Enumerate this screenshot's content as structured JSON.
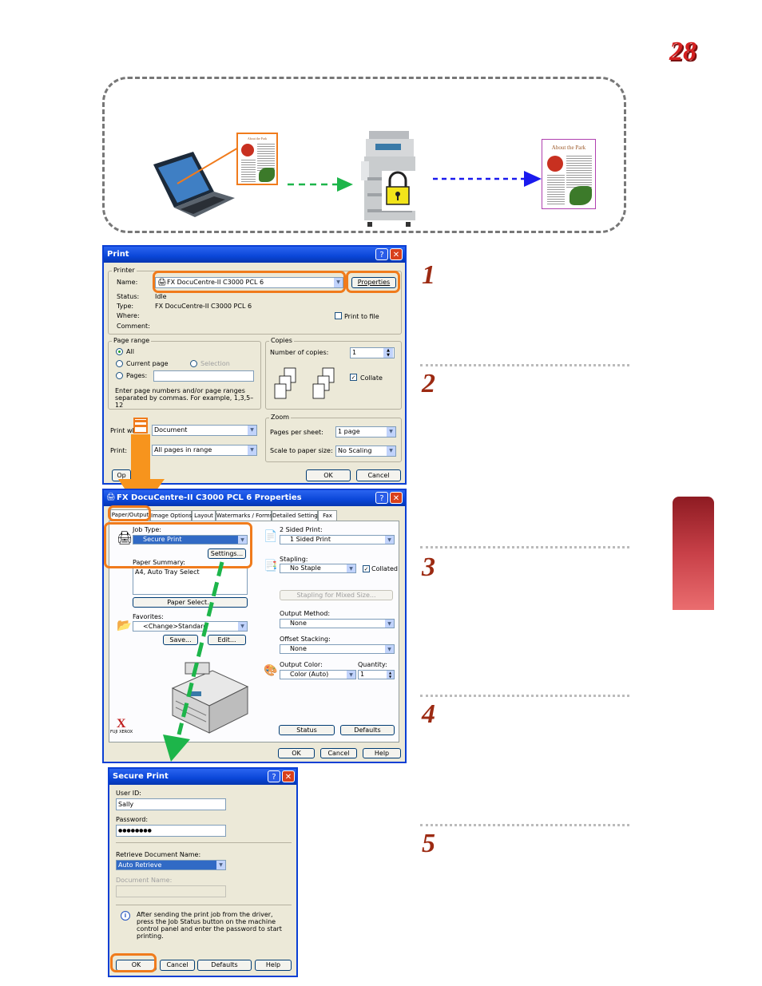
{
  "page": {
    "number": "28"
  },
  "steps": [
    "1",
    "2",
    "3",
    "4",
    "5"
  ],
  "flow": {
    "doc_title": "About the Park",
    "colors": {
      "green_arrow": "#1db54a",
      "blue_arrow": "#1a1aee",
      "orange": "#f07b1c"
    }
  },
  "print_dialog": {
    "title": "Print",
    "printer_group": "Printer",
    "name_label": "Name:",
    "printer_name": "FX DocuCentre-II C3000 PCL 6",
    "properties_label": "Properties",
    "status_label": "Status:",
    "status_value": "Idle",
    "type_label": "Type:",
    "type_value": "FX DocuCentre-II C3000 PCL 6",
    "where_label": "Where:",
    "comment_label": "Comment:",
    "print_to_file": "Print to file",
    "page_range_group": "Page range",
    "all_label": "All",
    "current_page_label": "Current page",
    "selection_label": "Selection",
    "pages_label": "Pages:",
    "hint": "Enter page numbers and/or page ranges separated by commas. For example, 1,3,5–12",
    "copies_group": "Copies",
    "copies_label": "Number of copies:",
    "copies_value": "1",
    "collate_label": "Collate",
    "print_what_label": "Print what:",
    "print_what_value": "Document",
    "print_label": "Print:",
    "print_value": "All pages in range",
    "zoom_group": "Zoom",
    "pages_per_sheet_label": "Pages per sheet:",
    "pages_per_sheet_value": "1 page",
    "scale_label": "Scale to paper size:",
    "scale_value": "No Scaling",
    "options_label": "Op",
    "ok": "OK",
    "cancel": "Cancel"
  },
  "props_dialog": {
    "title": "FX DocuCentre-II C3000 PCL 6 Properties",
    "tabs": [
      "Paper/Output",
      "Image Options",
      "Layout",
      "Watermarks / Forms",
      "Detailed Settings",
      "Fax"
    ],
    "job_type_label": "Job Type:",
    "job_type_value": "Secure Print",
    "settings_label": "Settings...",
    "paper_summary_label": "Paper Summary:",
    "paper_summary_value": "A4, Auto Tray Select",
    "paper_select_label": "Paper Select...",
    "favorites_label": "Favorites:",
    "favorites_value": "<Change>Standard",
    "save_label": "Save...",
    "edit_label": "Edit...",
    "sided_label": "2 Sided Print:",
    "sided_value": "1 Sided Print",
    "stapling_label": "Stapling:",
    "stapling_value": "No Staple",
    "collated_label": "Collated",
    "stapling_mixed_label": "Stapling for Mixed Size...",
    "output_method_label": "Output Method:",
    "output_method_value": "None",
    "offset_label": "Offset Stacking:",
    "offset_value": "None",
    "output_color_label": "Output Color:",
    "output_color_value": "Color (Auto)",
    "quantity_label": "Quantity:",
    "quantity_value": "1",
    "brand": "FUJI XEROX",
    "status_btn": "Status",
    "defaults_btn": "Defaults",
    "ok": "OK",
    "cancel": "Cancel",
    "help": "Help"
  },
  "secure_dialog": {
    "title": "Secure Print",
    "user_id_label": "User ID:",
    "user_id_value": "Sally",
    "password_label": "Password:",
    "password_value": "●●●●●●●●",
    "retrieve_label": "Retrieve Document Name:",
    "retrieve_value": "Auto Retrieve",
    "doc_name_label": "Document Name:",
    "info": "After sending the print job from the driver, press the Job Status button on the machine control panel and enter the password to start printing.",
    "ok": "OK",
    "cancel": "Cancel",
    "defaults": "Defaults",
    "help": "Help"
  }
}
